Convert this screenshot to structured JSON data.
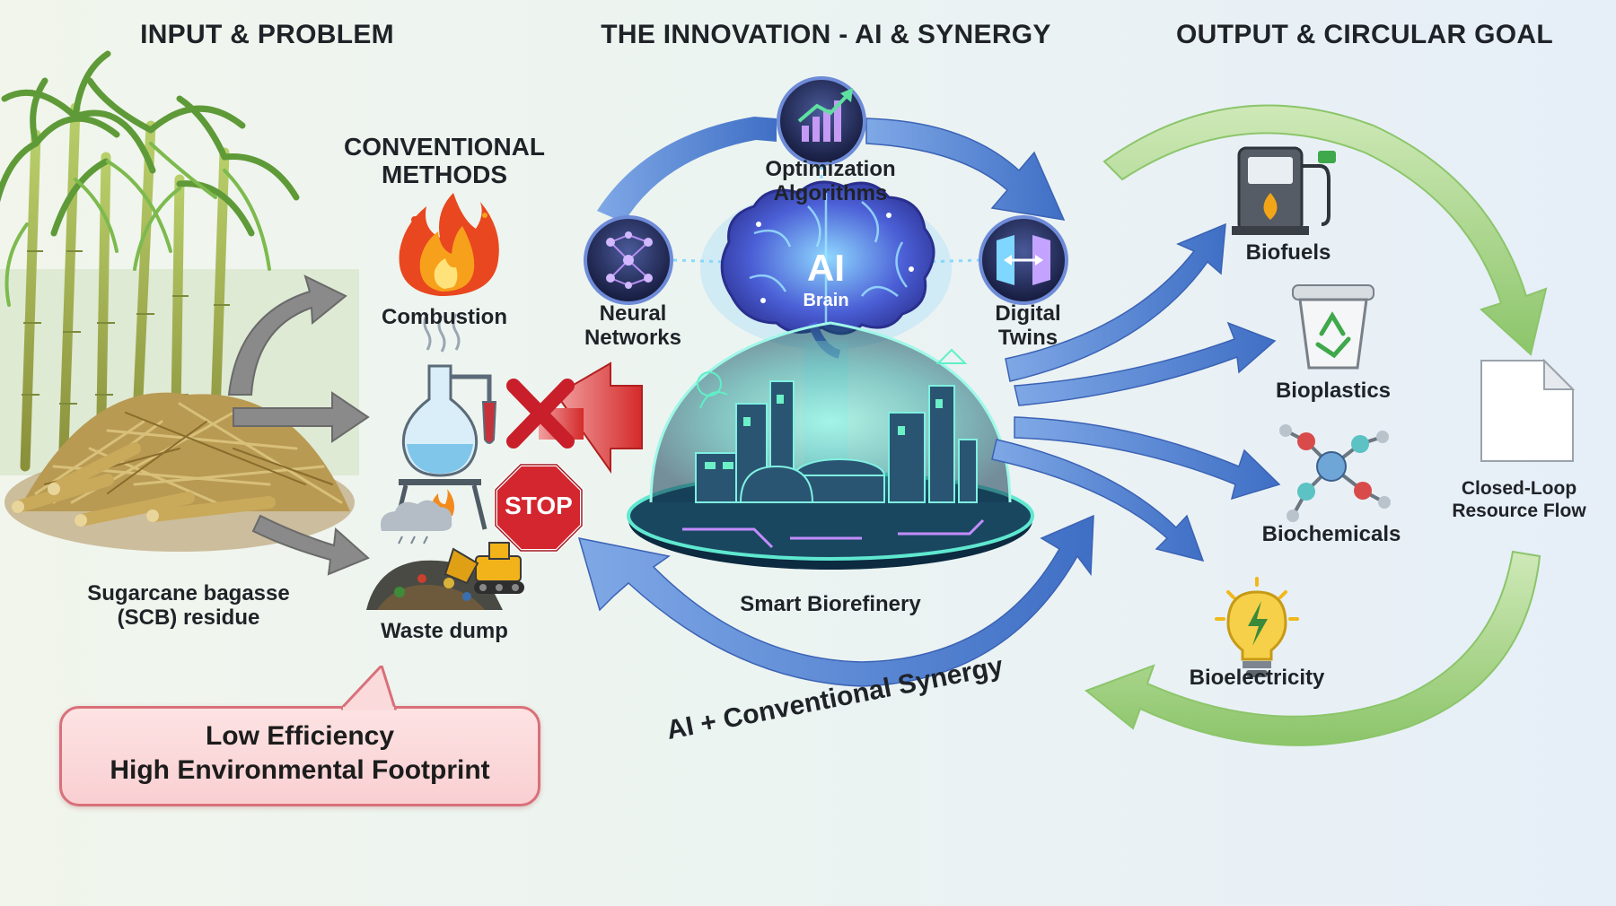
{
  "headers": {
    "input": "INPUT & PROBLEM",
    "innovation": "THE INNOVATION - AI & SYNERGY",
    "output": "OUTPUT & CIRCULAR GOAL"
  },
  "input": {
    "bagasse_line1": "Sugarcane bagasse",
    "bagasse_line2": "(SCB) residue"
  },
  "conventional": {
    "title_line1": "CONVENTIONAL",
    "title_line2": "METHODS",
    "combustion": "Combustion",
    "waste_dump": "Waste dump",
    "stop_sign": "STOP"
  },
  "callout": {
    "line1": "Low Efficiency",
    "line2": "High Environmental Footprint"
  },
  "ai": {
    "optimization_line1": "Optimization",
    "optimization_line2": "Algorithms",
    "neural_line1": "Neural",
    "neural_line2": "Networks",
    "digital_line1": "Digital",
    "digital_line2": "Twins",
    "brain_big": "AI",
    "brain_small": "Brain",
    "biorefinery": "Smart Biorefinery",
    "synergy": "AI + Conventional Synergy"
  },
  "outputs": {
    "biofuels": "Biofuels",
    "bioplastics": "Bioplastics",
    "biochemicals": "Biochemicals",
    "bioelectricity": "Bioelectricity",
    "closed_loop_line1": "Closed-Loop",
    "closed_loop_line2": "Resource Flow"
  },
  "colors": {
    "flow_blue": "#4a7fd0",
    "green_loop": "#8cc56a",
    "red_block": "#d42a2a",
    "ai_glow": "#5ce6c0"
  }
}
